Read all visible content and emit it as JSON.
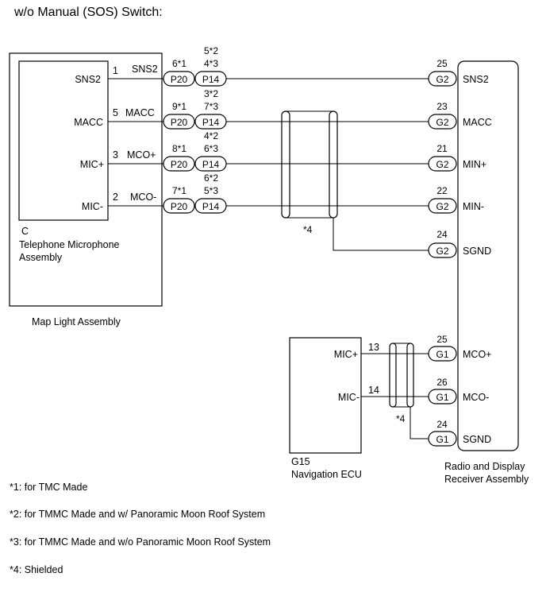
{
  "title": "w/o Manual (SOS) Switch:",
  "map_light": {
    "label": "Map Light Assembly",
    "mic_code": "C",
    "mic_name_1": "Telephone Microphone",
    "mic_name_2": "Assembly",
    "pins": [
      {
        "name": "SNS2",
        "pin": "1",
        "wire": "SNS2",
        "p20": "6*1",
        "p14_top": "5*2",
        "p14": "4*3",
        "g2": "25",
        "radio": "SNS2"
      },
      {
        "name": "MACC",
        "pin": "5",
        "wire": "MACC",
        "p20": "9*1",
        "p14_top": "3*2",
        "p14": "7*3",
        "g2": "23",
        "radio": "MACC"
      },
      {
        "name": "MIC+",
        "pin": "3",
        "wire": "MCO+",
        "p20": "8*1",
        "p14_top": "4*2",
        "p14": "6*3",
        "g2": "21",
        "radio": "MIN+"
      },
      {
        "name": "MIC-",
        "pin": "2",
        "wire": "MCO-",
        "p20": "7*1",
        "p14_top": "6*2",
        "p14": "5*3",
        "g2": "22",
        "radio": "MIN-"
      }
    ]
  },
  "connectors": {
    "p20": "P20",
    "p14": "P14",
    "g2": "G2",
    "g1": "G1"
  },
  "shield_ground": {
    "pin": "24",
    "label": "SGND",
    "shield_note": "*4"
  },
  "nav": {
    "code": "G15",
    "name": "Navigation ECU",
    "pins": [
      {
        "name": "MIC+",
        "pin": "13",
        "g1": "25",
        "radio": "MCO+"
      },
      {
        "name": "MIC-",
        "pin": "14",
        "g1": "26",
        "radio": "MCO-"
      }
    ],
    "ground": {
      "pin": "24",
      "label": "SGND"
    },
    "shield_note": "*4"
  },
  "radio": {
    "name_1": "Radio and Display",
    "name_2": "Receiver Assembly"
  },
  "notes": [
    "*1: for TMC Made",
    "*2: for TMMC Made and w/ Panoramic Moon Roof System",
    "*3: for TMMC Made and w/o Panoramic Moon Roof System",
    "*4: Shielded"
  ]
}
